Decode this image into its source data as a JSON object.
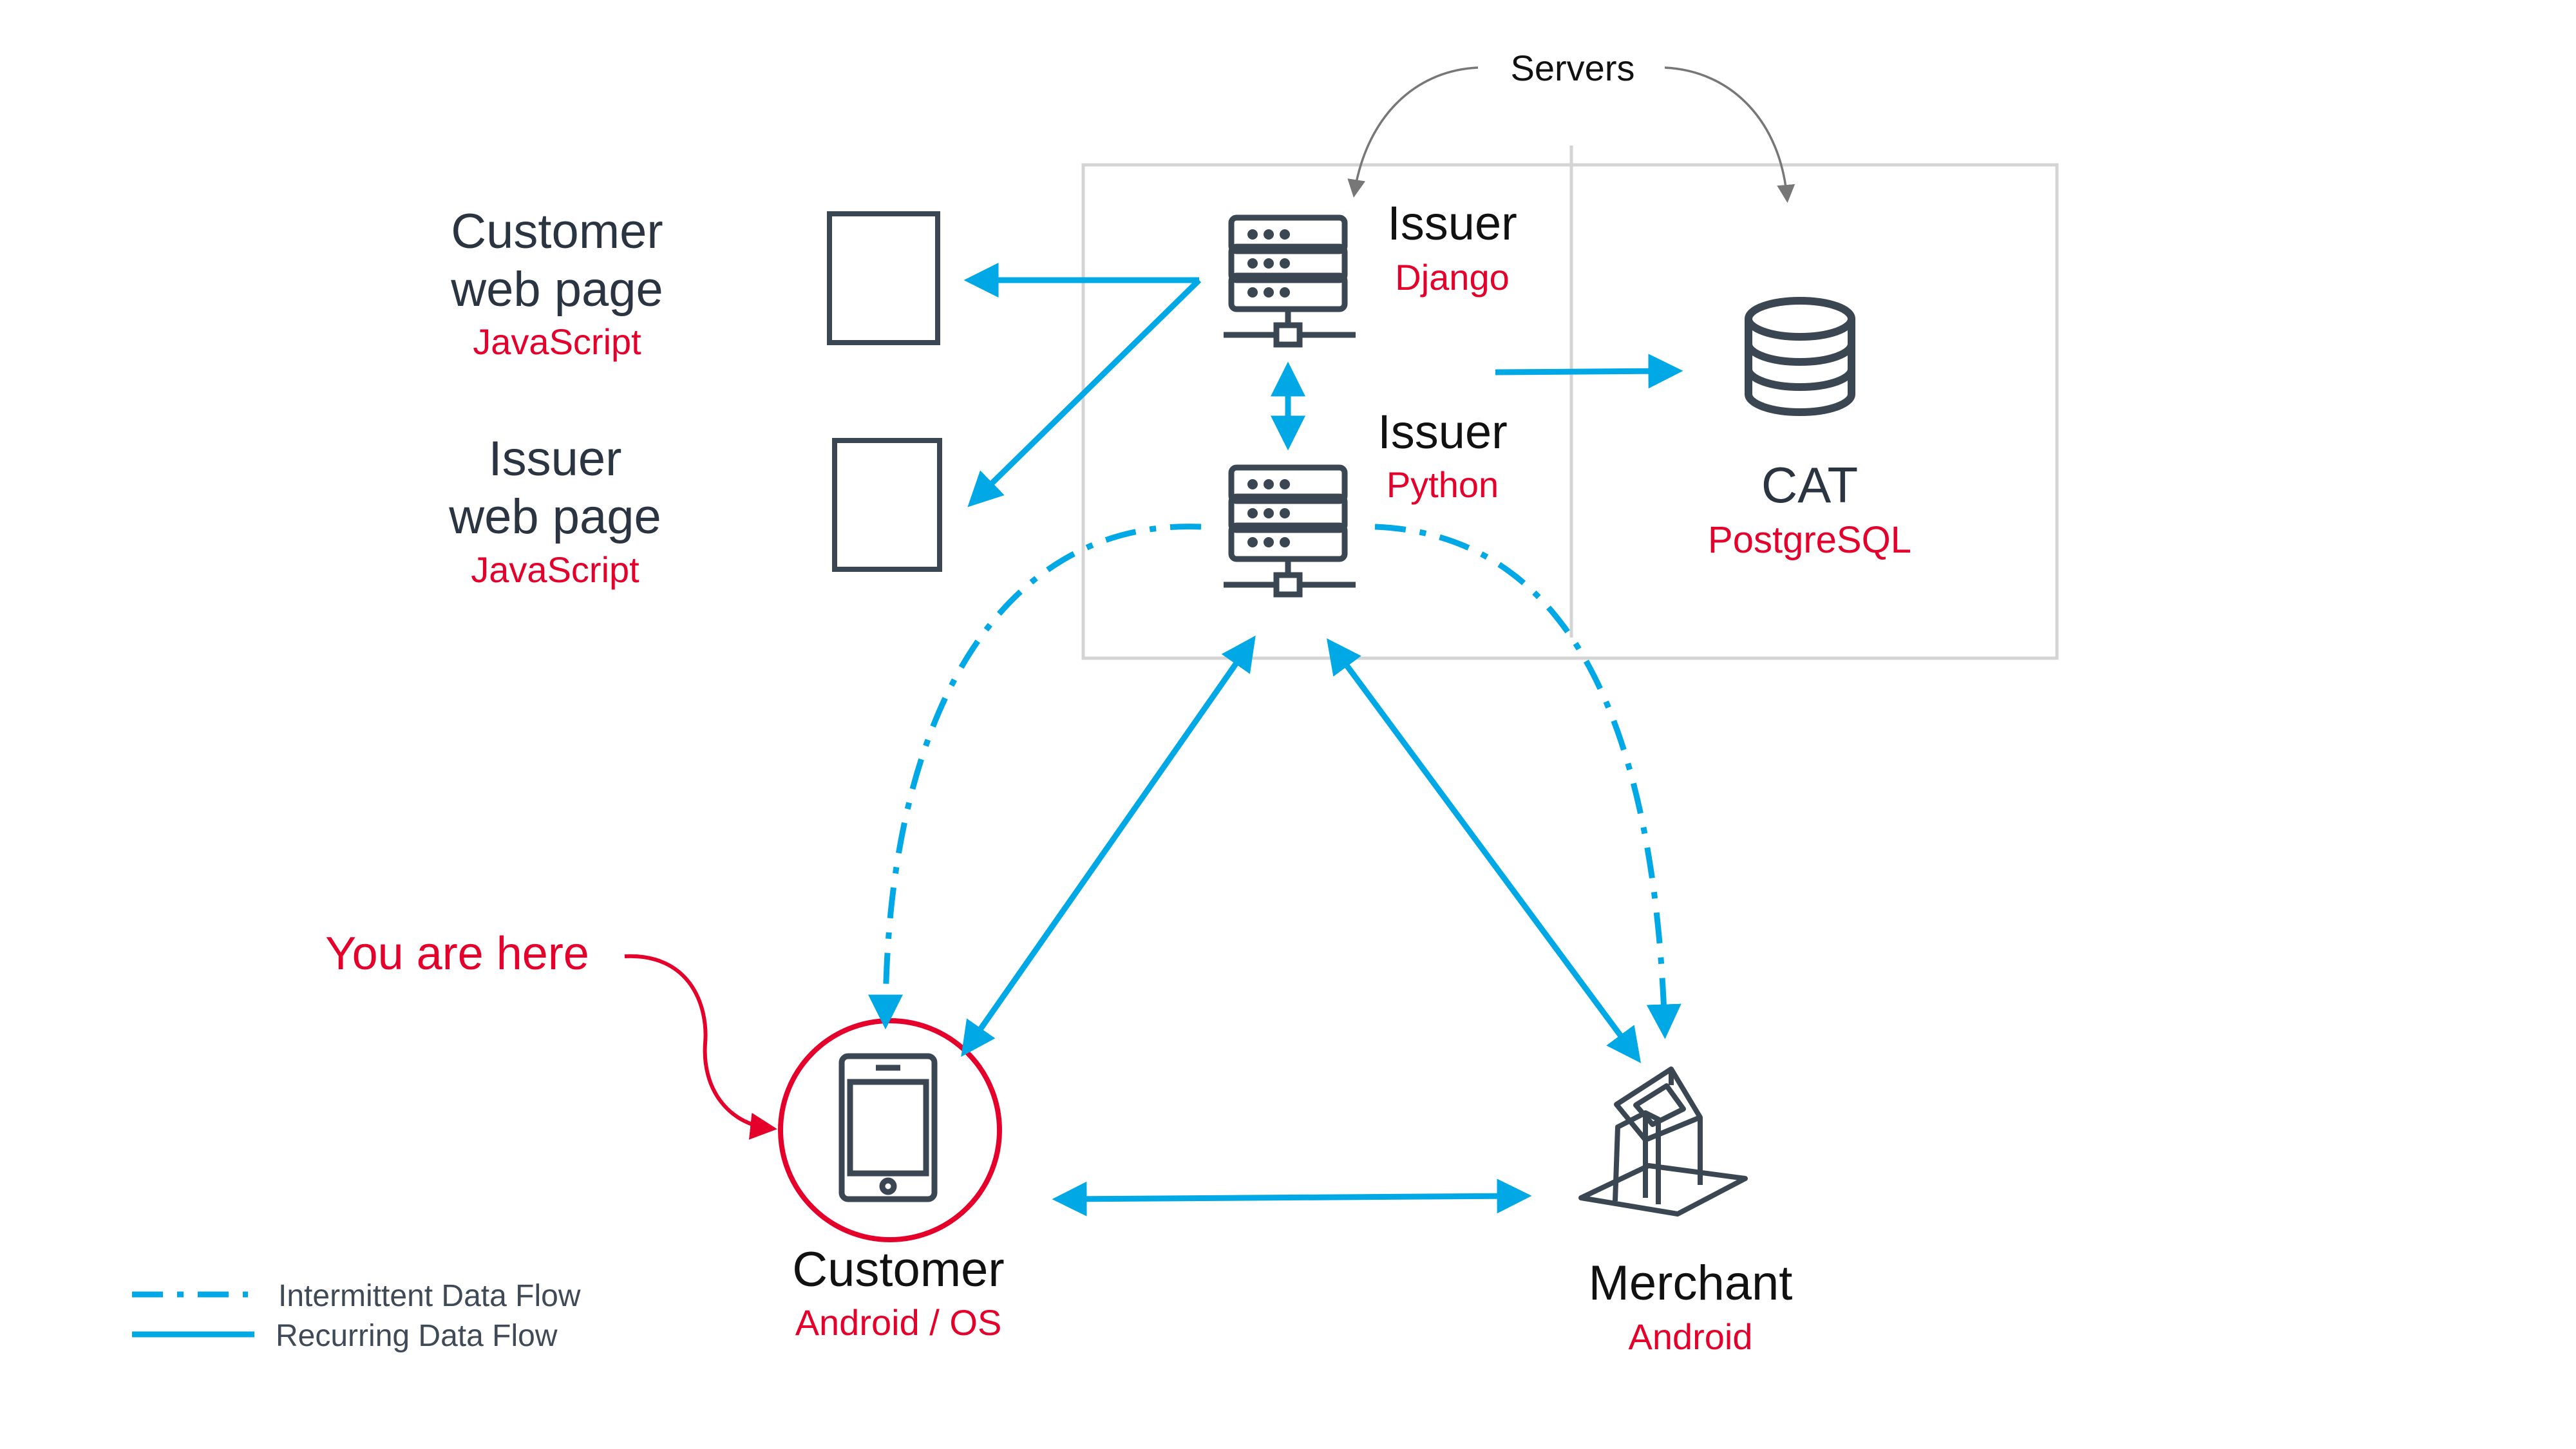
{
  "servers_label": "Servers",
  "nodes": {
    "issuer_django": {
      "name": "Issuer",
      "tech": "Django"
    },
    "issuer_python": {
      "name": "Issuer",
      "tech": "Python"
    },
    "cat": {
      "name": "CAT",
      "tech": "PostgreSQL"
    },
    "customer_web_page": {
      "name_line1": "Customer",
      "name_line2": "web page",
      "tech": "JavaScript"
    },
    "issuer_web_page": {
      "name_line1": "Issuer",
      "name_line2": "web page",
      "tech": "JavaScript"
    },
    "customer": {
      "name": "Customer",
      "tech": "Android / OS"
    },
    "merchant": {
      "name": "Merchant",
      "tech": "Android"
    }
  },
  "you_are_here": "You are here",
  "legend": {
    "intermittent": "Intermittent Data Flow",
    "recurring": "Recurring Data Flow"
  },
  "colors": {
    "flow": "#00a9e6",
    "accent_red": "#e4002b",
    "icon": "#3b4653",
    "box": "#d4d4d4",
    "pointer": "#777777"
  }
}
